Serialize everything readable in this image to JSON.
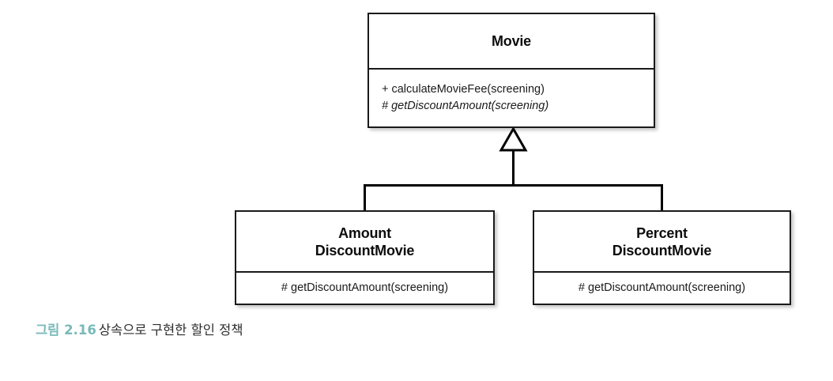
{
  "diagram": {
    "type": "uml-class-diagram",
    "relationship": "generalization",
    "classes": [
      {
        "id": "movie",
        "name": "Movie",
        "name_lines": [
          "Movie"
        ],
        "operations": [
          {
            "text": "+ calculateMovieFee(screening)",
            "visibility": "public",
            "abstract": false
          },
          {
            "text": "# getDiscountAmount(screening)",
            "visibility": "protected",
            "abstract": true
          }
        ]
      },
      {
        "id": "amount-discount-movie",
        "name": "AmountDiscountMovie",
        "name_lines": [
          "Amount",
          "DiscountMovie"
        ],
        "operations": [
          {
            "text": "# getDiscountAmount(screening)",
            "visibility": "protected",
            "abstract": false
          }
        ]
      },
      {
        "id": "percent-discount-movie",
        "name": "PercentDiscountMovie",
        "name_lines": [
          "Percent",
          "DiscountMovie"
        ],
        "operations": [
          {
            "text": "# getDiscountAmount(screening)",
            "visibility": "protected",
            "abstract": false
          }
        ]
      }
    ]
  },
  "caption": {
    "number": "그림 2.16",
    "text": "상속으로 구현한 할인 정책",
    "number_color": "#79b9b9"
  },
  "colors": {
    "box_border": "#1a1a1a",
    "box_fill": "#ffffff",
    "line": "#000000",
    "caption_accent": "#79b9b9",
    "background": "#ffffff"
  }
}
